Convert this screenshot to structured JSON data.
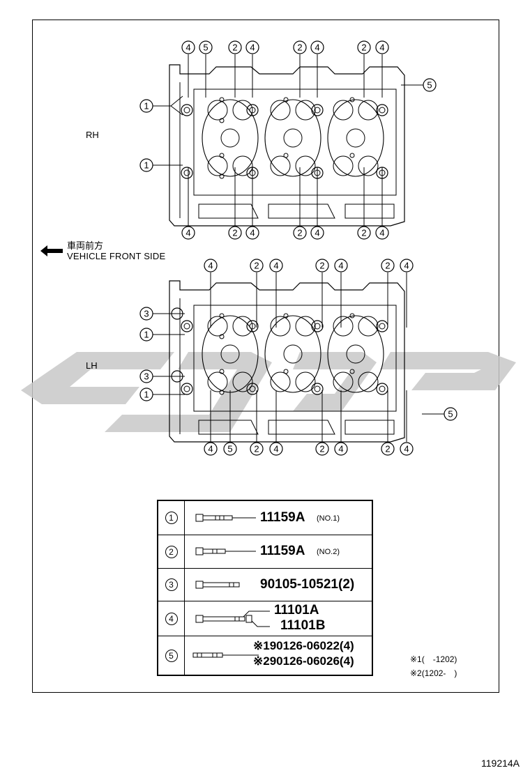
{
  "sides": {
    "rh": "RH",
    "lh": "LH"
  },
  "front": {
    "ja": "車両前方",
    "en": "VEHICLE FRONT SIDE"
  },
  "parts": [
    {
      "ref": "1",
      "code": "11159A",
      "note": "(NO.1)"
    },
    {
      "ref": "2",
      "code": "11159A",
      "note": "(NO.2)"
    },
    {
      "ref": "3",
      "code": "90105-10521(2)",
      "note": ""
    },
    {
      "ref": "4",
      "code": "11101A",
      "code2": "11101B",
      "note": ""
    },
    {
      "ref": "5",
      "code": "※190126-06022(4)",
      "code2": "※290126-06026(4)",
      "note": ""
    }
  ],
  "notes": {
    "n1": "※1(　-1202)",
    "n2": "※2(1202-　)"
  },
  "illustration_number": "119214A",
  "callouts": {
    "rh_top": [
      "4",
      "5",
      "2",
      "4",
      "2",
      "4",
      "2",
      "4"
    ],
    "rh_bottom": [
      "4",
      "2",
      "4",
      "2",
      "4",
      "2",
      "4"
    ],
    "rh_left": [
      "1",
      "1"
    ],
    "rh_right": [
      "5"
    ],
    "lh_top": [
      "4",
      "2",
      "4",
      "2",
      "4",
      "2",
      "4"
    ],
    "lh_bottom": [
      "4",
      "5",
      "2",
      "4",
      "2",
      "4",
      "2",
      "4"
    ],
    "lh_left": [
      "3",
      "1",
      "3",
      "1"
    ],
    "lh_right": [
      "5"
    ]
  },
  "colors": {
    "line": "#000000",
    "watermark": "#c8c8c8"
  }
}
